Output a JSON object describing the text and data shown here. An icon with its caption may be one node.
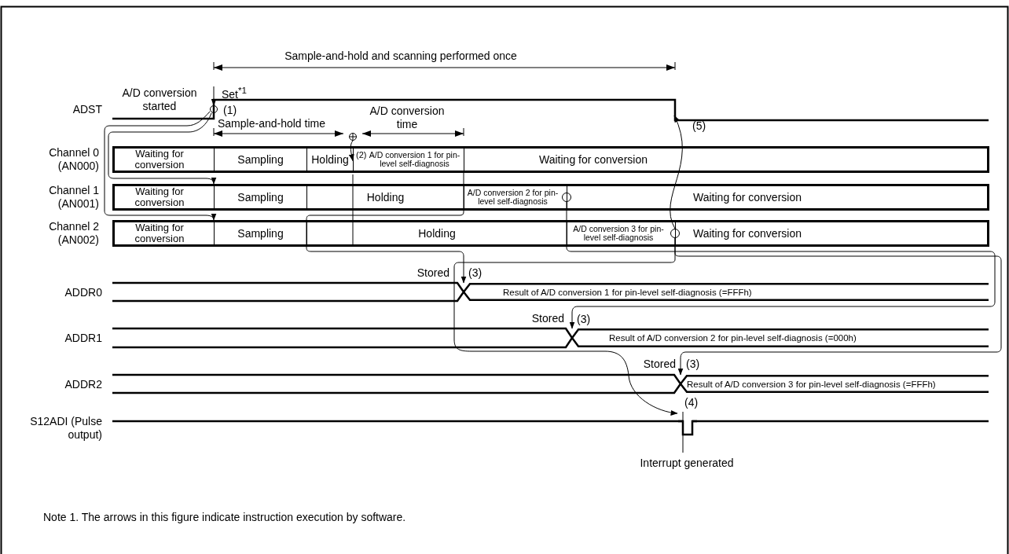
{
  "diagram": {
    "nodes": [
      {
        "text": [
          "Waiting for conversion"
        ]
      },
      {
        "text": [
          "Sampling"
        ]
      },
      {
        "text": [
          "Holding"
        ]
      },
      {
        "text": [
          "A/D conversion 1 for pin-level self-diagnosis"
        ]
      },
      {
        "text": [
          "Waiting for conversion"
        ]
      },
      {
        "text": [
          "Waiting for conversion"
        ]
      },
      {
        "text": [
          "Sampling"
        ]
      },
      {
        "text": [
          "Holding"
        ]
      },
      {
        "text": [
          "A/D conversion 2 for pin-level self-diagnosis"
        ]
      },
      {
        "text": [
          "Waiting for conversion"
        ]
      },
      {
        "text": [
          "Waiting for conversion"
        ]
      },
      {
        "text": [
          "Sampling"
        ]
      },
      {
        "text": [
          "Holding"
        ]
      },
      {
        "text": [
          "A/D conversion 3 for pin-level self-diagnosis"
        ]
      },
      {
        "text": [
          "Waiting for conversion"
        ]
      },
      {
        "text": [
          "Result of A/D conversion 1 for pin-level self-diagnosis (=FFFh)"
        ]
      },
      {
        "text": [
          "Result of A/D conversion 2 for pin-level self-diagnosis (=000h)"
        ]
      },
      {
        "text": [
          "Result of A/D conversion 3 for pin-level self-diagnosis (=FFFh)"
        ]
      },
      {
        "text": [],
        "shape": "circle"
      },
      {
        "text": [],
        "shape": "circle"
      },
      {
        "text": [],
        "shape": "circle"
      },
      {
        "text": [],
        "shape": "circle"
      },
      {
        "text": [],
        "shape": "bar",
        "beside": [
          "Interrupt generated"
        ]
      }
    ],
    "edges": [
      {
        "from": null,
        "to": 18,
        "arrow": "to"
      },
      {
        "from": 18,
        "to": 6,
        "arrow": "to"
      },
      {
        "from": 18,
        "to": 11,
        "arrow": "to"
      },
      {
        "from": 19,
        "to": 3,
        "arrow": "to"
      },
      {
        "from": 3,
        "to": 15,
        "arrow": "to"
      },
      {
        "from": 20,
        "to": 16,
        "arrow": "to"
      },
      {
        "from": 21,
        "to": 17,
        "arrow": "to"
      },
      {
        "from": 21,
        "to": 22,
        "arrow": "to"
      },
      {
        "from": 21,
        "to": null,
        "arrow": "to"
      }
    ],
    "labels": [
      "Sample-and-hold and scanning performed once",
      "A/D conversion started",
      "Set$^{*1}$",
      "ADST",
      "(1)",
      "A/D conversion time",
      "Sample-and-hold time",
      "(5)",
      "Channel 0 (AN000)",
      "(2)",
      "Channel 1 (AN001)",
      "Channel 2 (AN002)",
      "Stored",
      "(3)",
      "ADDR0",
      "Stored",
      "(3)",
      "ADDR1",
      "Stored",
      "(3)",
      "ADDR2",
      "(4)",
      "S12ADI (Pulse output)",
      "Note 1. The arrows in this figure indicate instruction execution by software."
    ]
  }
}
